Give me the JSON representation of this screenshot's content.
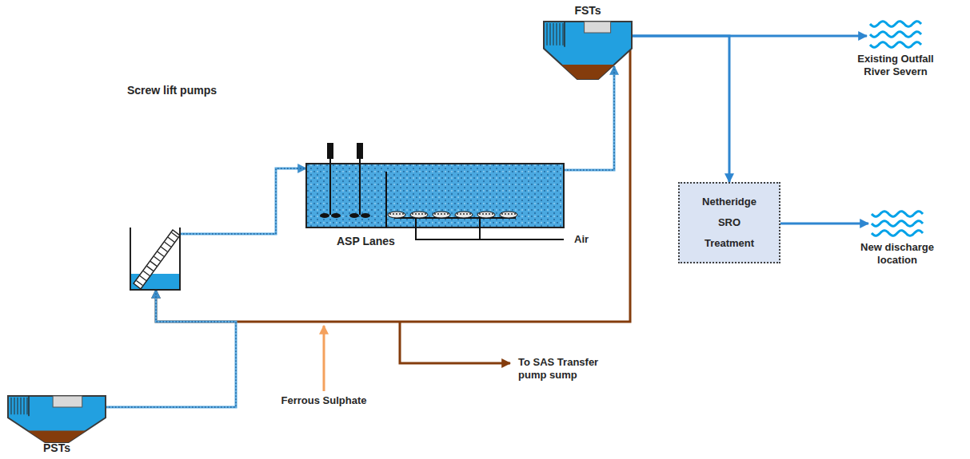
{
  "diagram": {
    "nodes": [
      {
        "text": [
          "FSTs"
        ]
      },
      {
        "text": [
          "Existing Outfall River Severn"
        ]
      },
      {
        "text": [
          "Screw lift pumps"
        ]
      },
      {
        "text": [
          "ASP Lanes"
        ]
      },
      {
        "text": [
          "Netheridge SRO Treatment"
        ]
      },
      {
        "text": [
          "New discharge location"
        ]
      },
      {
        "text": [
          "PSTs"
        ]
      }
    ],
    "edges": [
      {
        "from": 6,
        "to": 2,
        "arrow": "to"
      },
      {
        "from": 2,
        "to": 3,
        "arrow": "to"
      },
      {
        "from": 3,
        "to": 0,
        "arrow": "to"
      },
      {
        "from": 0,
        "to": 1,
        "arrow": "to"
      },
      {
        "from": 0,
        "to": 4,
        "arrow": "to"
      },
      {
        "from": 4,
        "to": 5,
        "arrow": "to"
      },
      {
        "from": 0,
        "to": 2,
        "arrow": "to"
      }
    ],
    "labels": [
      "Air",
      "To SAS Transfer pump sump",
      "Ferrous Sulphate"
    ]
  }
}
